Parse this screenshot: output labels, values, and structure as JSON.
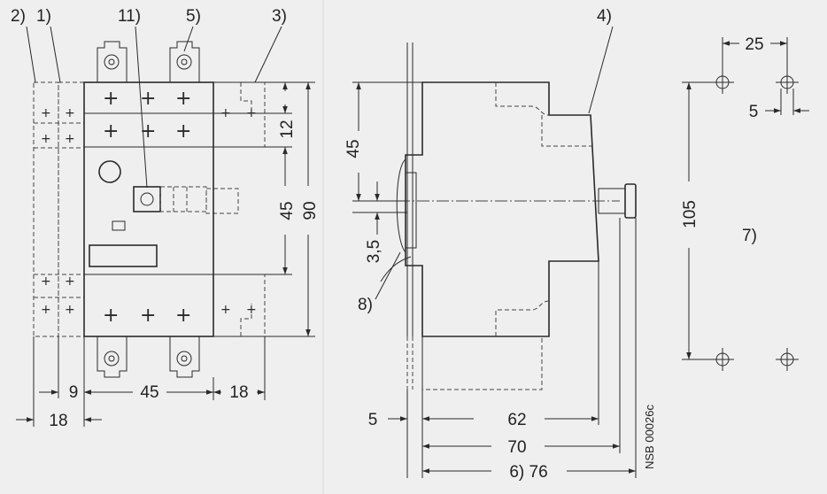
{
  "front_view": {
    "callouts": {
      "c2": "2)",
      "c1": "1)",
      "c11": "11)",
      "c5": "5)",
      "c3": "3)"
    },
    "dims_vertical": {
      "d12": "12",
      "d45": "45",
      "d90": "90"
    },
    "dims_bottom": {
      "d9": "9",
      "d45": "45",
      "d18a": "18",
      "d18b": "18"
    }
  },
  "side_view": {
    "callouts": {
      "c4": "4)",
      "c8": "8)"
    },
    "dims_vertical": {
      "d45": "45",
      "d35": "3,5"
    },
    "dims_bottom": {
      "d5": "5",
      "d62": "62",
      "d70": "70",
      "d76": "6) 76"
    },
    "drawing_code": "NSB 00026c"
  },
  "hole_pattern": {
    "dims": {
      "d25": "25",
      "d5": "5",
      "d105": "105"
    },
    "callout": "7)"
  },
  "colors": {
    "background": "#efefef",
    "line": "#2a2a2a"
  }
}
